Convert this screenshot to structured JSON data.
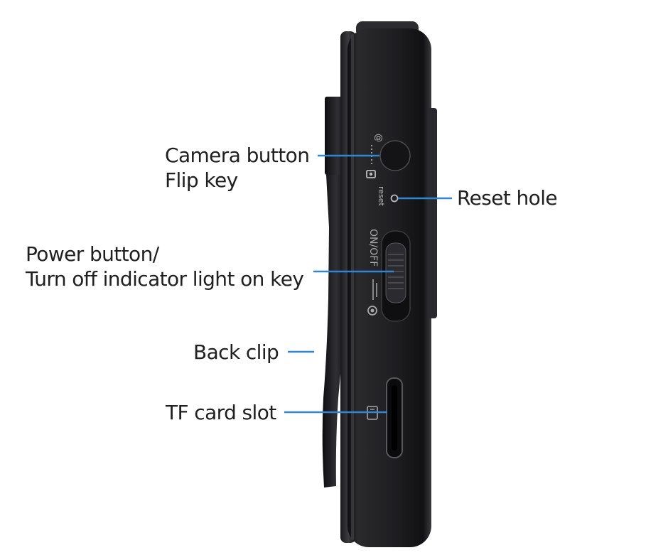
{
  "callouts": {
    "camera": {
      "line1": "Camera button",
      "line2": "Flip key"
    },
    "reset": {
      "text": "Reset hole"
    },
    "power": {
      "line1": "Power button/",
      "line2": "Turn off indicator light on key"
    },
    "clip": {
      "text": "Back clip"
    },
    "tf": {
      "text": "TF card slot"
    }
  },
  "device_markings": {
    "reset": "reset",
    "switch": "ON/OFF"
  },
  "colors": {
    "leader_line": "#2f86d6",
    "body": "#1c1c1e",
    "text": "#1f1f1f"
  }
}
